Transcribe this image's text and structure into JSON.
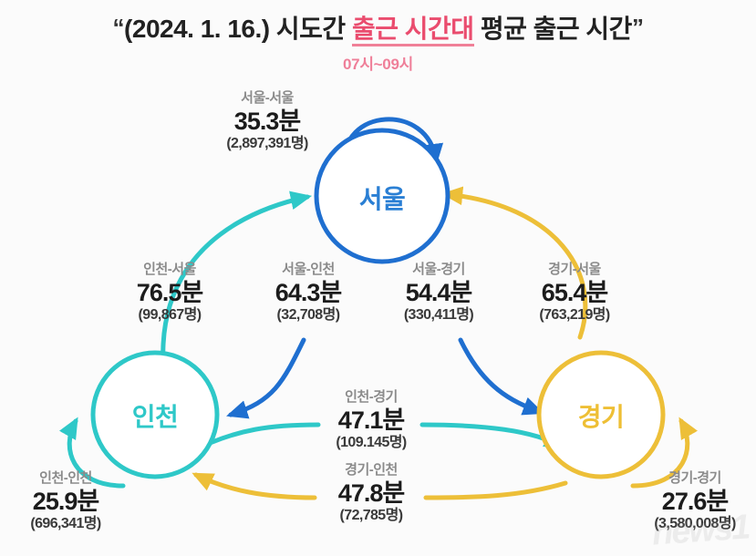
{
  "header": {
    "quote_open": "“",
    "quote_close": "”",
    "date_prefix": "(2024. 1. 16.) 시도간",
    "highlight": "출근 시간대",
    "suffix": "평균 출근 시간",
    "subtitle": "07시~09시",
    "highlight_color": "#ea4c6e"
  },
  "nodes": [
    {
      "id": "seoul",
      "label": "서울",
      "color": "#2a7fd4"
    },
    {
      "id": "incheon",
      "label": "인천",
      "color": "#2ec8c8"
    },
    {
      "id": "gyeonggi",
      "label": "경기",
      "color": "#eebf35"
    }
  ],
  "flows": [
    {
      "id": "seoul-seoul",
      "route": "서울-서울",
      "time": "35.3분",
      "count": "(2,897,391명)",
      "color": "#2a7fd4"
    },
    {
      "id": "incheon-seoul",
      "route": "인천-서울",
      "time": "76.5분",
      "count": "(99,867명)",
      "color": "#2ec8c8"
    },
    {
      "id": "seoul-incheon",
      "route": "서울-인천",
      "time": "64.3분",
      "count": "(32,708명)",
      "color": "#2a7fd4"
    },
    {
      "id": "seoul-gyeonggi",
      "route": "서울-경기",
      "time": "54.4분",
      "count": "(330,411명)",
      "color": "#2a7fd4"
    },
    {
      "id": "gyeonggi-seoul",
      "route": "경기-서울",
      "time": "65.4분",
      "count": "(763,219명)",
      "color": "#eebf35"
    },
    {
      "id": "incheon-gyeonggi",
      "route": "인천-경기",
      "time": "47.1분",
      "count": "(109.145명)",
      "color": "#2ec8c8"
    },
    {
      "id": "gyeonggi-incheon",
      "route": "경기-인천",
      "time": "47.8분",
      "count": "(72,785명)",
      "color": "#eebf35"
    },
    {
      "id": "incheon-incheon",
      "route": "인천-인천",
      "time": "25.9분",
      "count": "(696,341명)",
      "color": "#2ec8c8"
    },
    {
      "id": "gyeonggi-gyeonggi",
      "route": "경기-경기",
      "time": "27.6분",
      "count": "(3,580,008명)",
      "color": "#eebf35"
    }
  ],
  "watermark": "news1",
  "chart_data": {
    "type": "diagram",
    "title": "(2024. 1. 16.) 시도간 출근 시간대 평균 출근 시간",
    "subtitle": "07시~09시",
    "unit_time": "분",
    "unit_count": "명",
    "nodes": [
      "서울",
      "인천",
      "경기"
    ],
    "edges": [
      {
        "from": "서울",
        "to": "서울",
        "minutes": 35.3,
        "people": 2897391
      },
      {
        "from": "인천",
        "to": "서울",
        "minutes": 76.5,
        "people": 99867
      },
      {
        "from": "서울",
        "to": "인천",
        "minutes": 64.3,
        "people": 32708
      },
      {
        "from": "서울",
        "to": "경기",
        "minutes": 54.4,
        "people": 330411
      },
      {
        "from": "경기",
        "to": "서울",
        "minutes": 65.4,
        "people": 763219
      },
      {
        "from": "인천",
        "to": "경기",
        "minutes": 47.1,
        "people": 109145
      },
      {
        "from": "경기",
        "to": "인천",
        "minutes": 47.8,
        "people": 72785
      },
      {
        "from": "인천",
        "to": "인천",
        "minutes": 25.9,
        "people": 696341
      },
      {
        "from": "경기",
        "to": "경기",
        "minutes": 27.6,
        "people": 3580008
      }
    ]
  }
}
